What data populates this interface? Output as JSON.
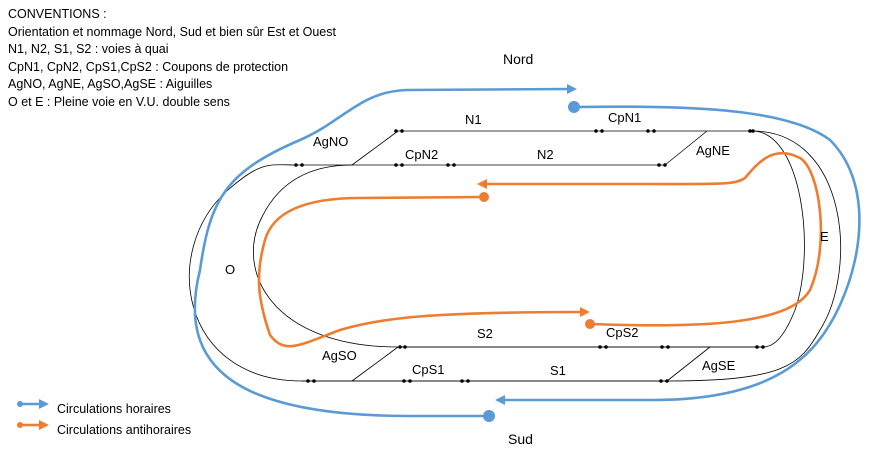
{
  "conventions": {
    "title": "CONVENTIONS :",
    "lines": [
      "Orientation et nommage Nord, Sud et bien sûr Est et Ouest",
      "N1, N2, S1, S2 : voies à quai",
      "CpN1, CpN2, CpS1,CpS2 : Coupons de protection",
      "AgNO, AgNE, AgSO,AgSE : Aiguilles",
      "O et E : Pleine voie en V.U. double sens"
    ]
  },
  "directions": {
    "north": "Nord",
    "south": "Sud"
  },
  "labels": {
    "n1": "N1",
    "n2": "N2",
    "s1": "S1",
    "s2": "S2",
    "cpn1": "CpN1",
    "cpn2": "CpN2",
    "cps1": "CpS1",
    "cps2": "CpS2",
    "agno": "AgNO",
    "agne": "AgNE",
    "agso": "AgSO",
    "agse": "AgSE",
    "o": "O",
    "e": "E"
  },
  "legend": {
    "clockwise": "Circulations horaires",
    "counterclockwise": "Circulations antihoraires"
  },
  "colors": {
    "clockwise": "#5b9bd5",
    "counterclockwise": "#ed7d31",
    "track": "#000000"
  }
}
